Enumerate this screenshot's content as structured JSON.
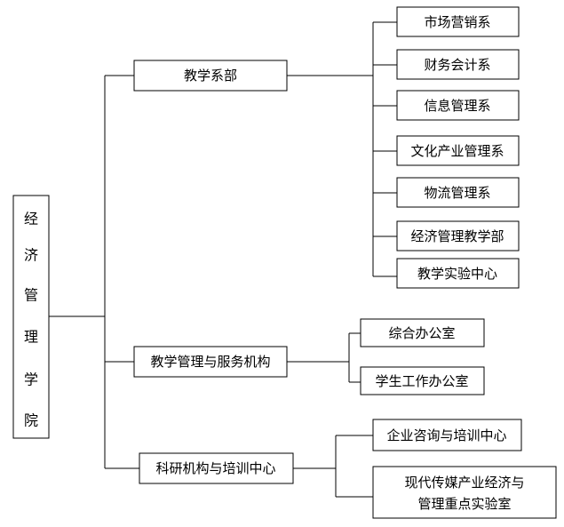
{
  "root": {
    "chars": [
      "经",
      "济",
      "管",
      "理",
      "学",
      "院"
    ]
  },
  "branches": [
    {
      "label": "教学系部",
      "children": [
        "市场营销系",
        "财务会计系",
        "信息管理系",
        "文化产业管理系",
        "物流管理系",
        "经济管理教学部",
        "教学实验中心"
      ]
    },
    {
      "label": "教学管理与服务机构",
      "children": [
        "综合办公室",
        "学生工作办公室"
      ]
    },
    {
      "label": "科研机构与培训中心",
      "children": [
        [
          "企业咨询与培训中心"
        ],
        [
          "现代传媒产业经济与",
          "管理重点实验室"
        ]
      ]
    }
  ]
}
